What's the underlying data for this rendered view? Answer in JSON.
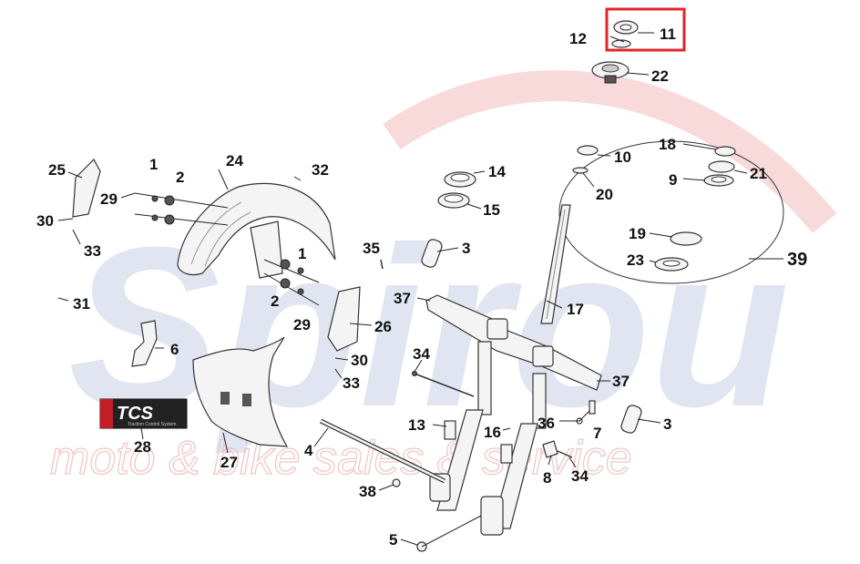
{
  "watermark": {
    "main": "Spirou",
    "tagline": "moto & bike sales & service",
    "blue": "#c9d1e6",
    "red": "#e04848"
  },
  "badge": {
    "text": "TCS",
    "subtext": "Traction Control System"
  },
  "highlight": {
    "part": "11",
    "color": "#e0262c"
  },
  "callouts": {
    "p1a": "1",
    "p1b": "1",
    "p2a": "2",
    "p2b": "2",
    "p3a": "3",
    "p3b": "3",
    "p4": "4",
    "p5": "5",
    "p6": "6",
    "p7": "7",
    "p8": "8",
    "p9": "9",
    "p10": "10",
    "p11": "11",
    "p12": "12",
    "p13": "13",
    "p14": "14",
    "p15": "15",
    "p16": "16",
    "p17": "17",
    "p18": "18",
    "p19": "19",
    "p20": "20",
    "p21": "21",
    "p22": "22",
    "p23": "23",
    "p24": "24",
    "p25": "25",
    "p26": "26",
    "p27": "27",
    "p28": "28",
    "p29a": "29",
    "p29b": "29",
    "p30a": "30",
    "p30b": "30",
    "p31": "31",
    "p32": "32",
    "p33a": "33",
    "p33b": "33",
    "p34a": "34",
    "p34b": "34",
    "p35": "35",
    "p36": "36",
    "p37a": "37",
    "p37b": "37",
    "p38": "38",
    "p39": "39"
  }
}
